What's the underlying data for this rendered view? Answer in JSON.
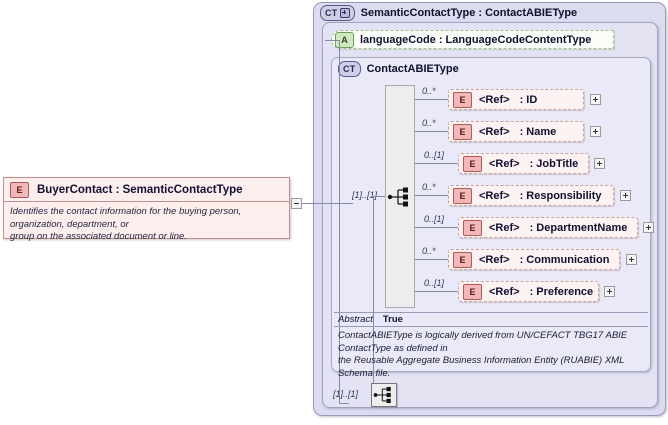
{
  "diagram": {
    "root_element": {
      "badge": "E",
      "title": "BuyerContact : SemanticContactType",
      "documentation_line1": "Identifies the contact information for the buying person, organization, department, or",
      "documentation_line2": "group on the associated document or line.",
      "collapse_toggle": "minus-toggle"
    },
    "outer_type": {
      "badge": "CT",
      "badge_expand": "plus",
      "title": "SemanticContactType : ContactABIEType"
    },
    "attribute": {
      "badge": "A",
      "label": "languageCode : LanguageCodeContentType"
    },
    "inner_type": {
      "badge": "CT",
      "title": "ContactABIEType"
    },
    "sequence": {
      "cardinality_top": "[1]..[1]",
      "cardinality_bottom": "[1]..[1]",
      "icon": "sequence-compositor-icon"
    },
    "elements": [
      {
        "cardinality": "0..*",
        "badge": "E",
        "ref": "<Ref>",
        "type": ": ID",
        "expand": "plus"
      },
      {
        "cardinality": "0..*",
        "badge": "E",
        "ref": "<Ref>",
        "type": ": Name",
        "expand": "plus"
      },
      {
        "cardinality": "0..[1]",
        "badge": "E",
        "ref": "<Ref>",
        "type": ": JobTitle",
        "expand": "plus"
      },
      {
        "cardinality": "0..*",
        "badge": "E",
        "ref": "<Ref>",
        "type": ": Responsibility",
        "expand": "plus"
      },
      {
        "cardinality": "0..[1]",
        "badge": "E",
        "ref": "<Ref>",
        "type": ": DepartmentName",
        "expand": "plus"
      },
      {
        "cardinality": "0..*",
        "badge": "E",
        "ref": "<Ref>",
        "type": ": Communication",
        "expand": "plus"
      },
      {
        "cardinality": "0..[1]",
        "badge": "E",
        "ref": "<Ref>",
        "type": ": Preference",
        "expand": "plus"
      }
    ],
    "abstract": {
      "key": "Abstract",
      "value": "True",
      "doc_line1": "ContactABIEType is logically derived from UN/CEFACT TBG17 ABIE",
      "doc_line2": "ContactType as defined in",
      "doc_line3": "the Reusable Aggregate Business Information Entity (RUABIE) XML",
      "doc_line4": "Schema file."
    },
    "colors": {
      "panel_outer": "#dcdcf0",
      "panel_inner": "#e3e3f4",
      "element_pink": "#fdf2f2",
      "attribute_green": "#cfe8c2",
      "badge_e": "#f2b8b8",
      "badge_ct": "#cfcfe8"
    }
  }
}
